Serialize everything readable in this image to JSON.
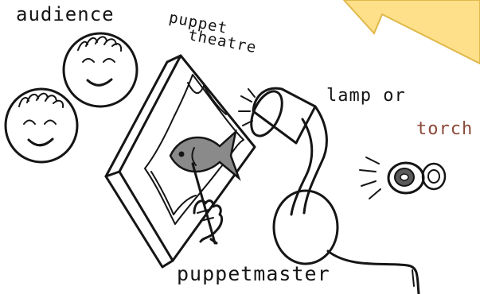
{
  "labels": {
    "audience": "audience",
    "puppet_theatre_line1": "puppet",
    "puppet_theatre_line2": "theatre",
    "lamp_or": "lamp or",
    "torch": "torch",
    "puppetmaster": "puppetmaster"
  },
  "colors": {
    "ink": "#151515",
    "torch_label": "#8b4a3a",
    "callout_fill": "#ffe08a",
    "callout_stroke": "#e0b84a",
    "background": "#ffffff"
  },
  "icons": {
    "faces": "smiling-face",
    "fish": "fish-puppet",
    "lamp": "desk-lamp",
    "torch": "flashlight",
    "hand": "hand-holding-stick",
    "callout": "arrow-callout"
  }
}
